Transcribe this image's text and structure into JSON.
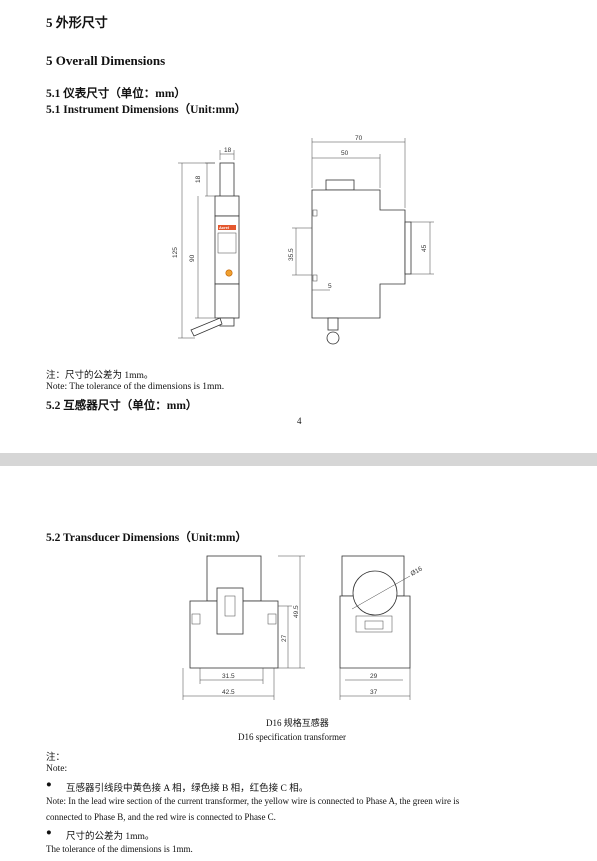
{
  "page1": {
    "heading_cn": "5  外形尺寸",
    "heading_en": "5 Overall Dimensions",
    "sub_cn": "5.1  仪表尺寸（单位：mm）",
    "sub_en": "5.1 Instrument Dimensions（Unit:mm）",
    "note_cn": "注：尺寸的公差为 1mm。",
    "note_en": "Note: The tolerance of the dimensions is 1mm.",
    "next_sub_cn": "5.2 互感器尺寸（单位：mm）",
    "page_number": "4",
    "dims": {
      "front_width": "18",
      "front_top": "18",
      "front_total": "125",
      "front_body": "90",
      "side_width": "70",
      "side_terminal": "50",
      "side_rail": "35.5",
      "side_foot": "5",
      "side_height": "45"
    },
    "front_label": "Acrel"
  },
  "page2": {
    "sub_en": "5.2 Transducer Dimensions（Unit:mm）",
    "dims": {
      "height_total": "49.5",
      "height_base": "27",
      "inner_width": "31.5",
      "outer_width": "42.5",
      "diameter": "Ø16",
      "side_inner": "29",
      "side_outer": "37"
    },
    "caption_cn": "D16 规格互感器",
    "caption_en": "D16 specification transformer",
    "note_label_cn": "注：",
    "note_label_en": "Note:",
    "bullet1_cn": "互感器引线段中黄色接 A 相，绿色接 B 相，红色接 C 相。",
    "bullet1_en_line1": "Note: In the lead wire section of the current transformer, the yellow wire is connected to Phase A, the green wire is",
    "bullet1_en_line2": "connected to Phase B, and the red wire is connected to Phase C.",
    "bullet2_cn": "尺寸的公差为 1mm。",
    "bullet2_en": "The tolerance of the dimensions is 1mm.",
    "bullet_glyph": "●"
  }
}
